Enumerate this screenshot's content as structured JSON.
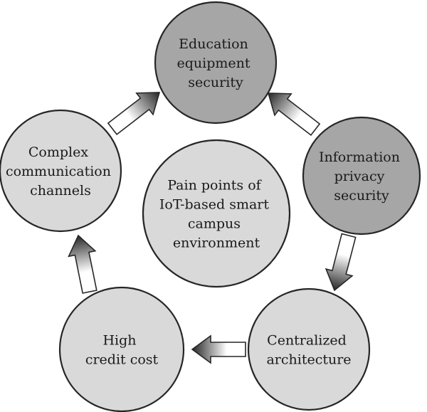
{
  "diagram": {
    "center": {
      "lines": [
        "Pain points of",
        "IoT-based smart",
        "campus",
        "environment"
      ],
      "fill": "#d9d9d9"
    },
    "nodes": [
      {
        "id": "education",
        "lines": [
          "Education",
          "equipment",
          "security"
        ],
        "fill": "#a6a6a6"
      },
      {
        "id": "privacy",
        "lines": [
          "Information",
          "privacy",
          "security"
        ],
        "fill": "#a6a6a6"
      },
      {
        "id": "centralized",
        "lines": [
          "Centralized",
          "architecture"
        ],
        "fill": "#d9d9d9"
      },
      {
        "id": "credit",
        "lines": [
          "High",
          "credit cost"
        ],
        "fill": "#d9d9d9"
      },
      {
        "id": "channels",
        "lines": [
          "Complex",
          "communication",
          "channels"
        ],
        "fill": "#d9d9d9"
      }
    ],
    "stroke_color": "#262626",
    "arrow_light": "#ffffff",
    "arrow_dark": "#262626"
  }
}
